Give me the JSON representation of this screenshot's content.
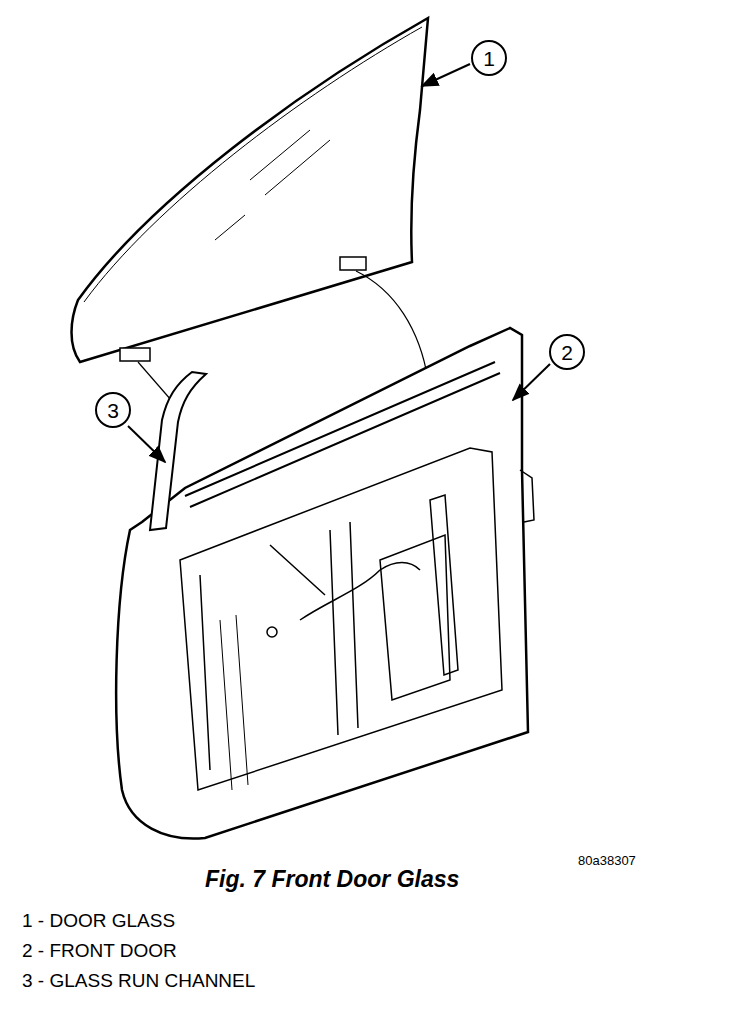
{
  "diagram": {
    "caption": "Fig. 7 Front Door Glass",
    "nodes": [
      {
        "text": [
          "1"
        ]
      },
      {
        "text": [
          "2"
        ]
      },
      {
        "text": [
          "3"
        ]
      }
    ],
    "labels": [
      "80a38307",
      "1 - DOOR GLASS",
      "2 - FRONT DOOR",
      "3 - GLASS RUN CHANNEL"
    ]
  }
}
